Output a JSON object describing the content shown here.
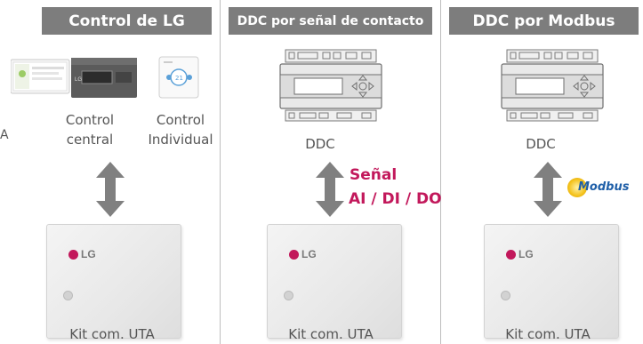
{
  "columns": [
    {
      "header": "Control de LG",
      "devices": [
        {
          "line1": "Control",
          "line2": "central"
        },
        {
          "line1": "Control",
          "line2": "Individual"
        }
      ],
      "kit_logo": "LG",
      "kit_label": "Kit com. UTA"
    },
    {
      "header": "DDC por señal de contacto",
      "device_label": "DDC",
      "signal_line1": "Señal",
      "signal_line2": "AI / DI / DO",
      "kit_logo": "LG",
      "kit_label": "Kit com. UTA"
    },
    {
      "header": "DDC por Modbus",
      "device_label": "DDC",
      "protocol_logo": "Modbus",
      "kit_logo": "LG",
      "kit_label": "Kit com. UTA"
    }
  ],
  "cut_off_left_text": "A",
  "colors": {
    "header_bg": "#7d7d7d",
    "arrow": "#808080",
    "signal": "#c2185b",
    "lg_brand": "#c2185b",
    "modbus_text": "#1f5fa8"
  }
}
